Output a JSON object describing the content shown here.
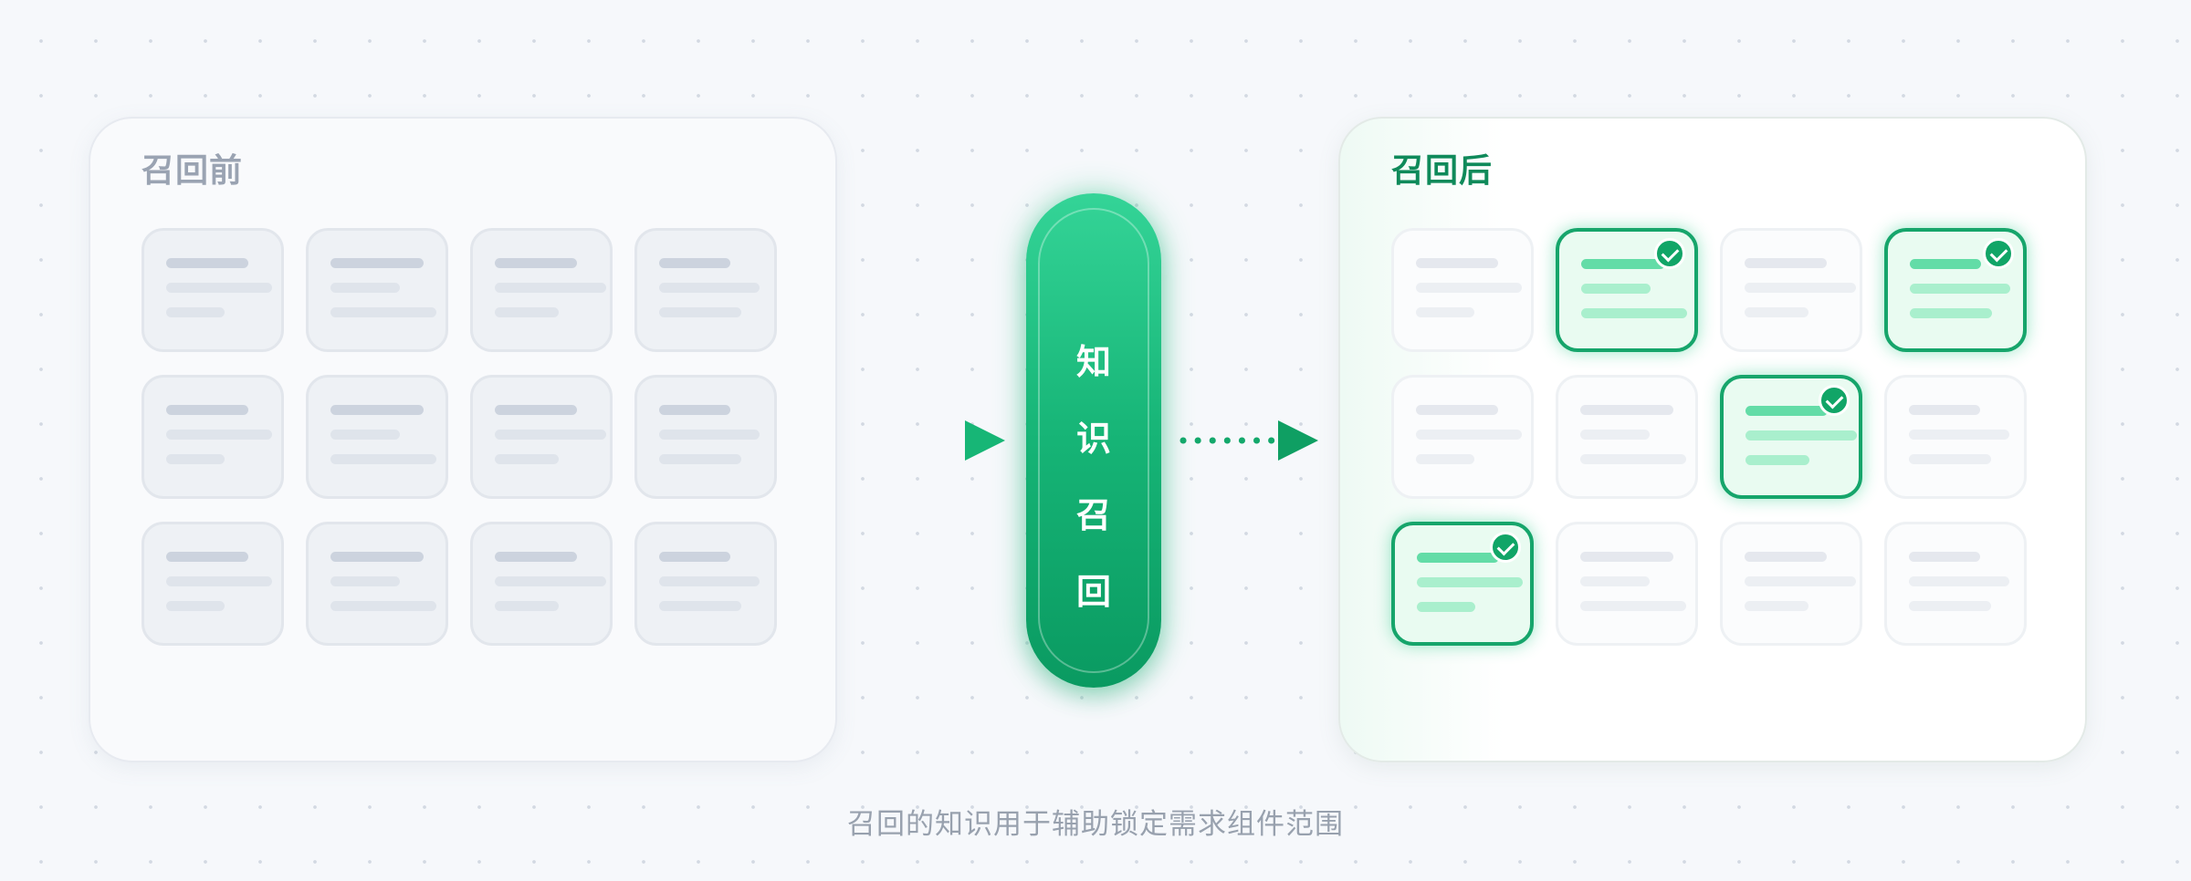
{
  "before": {
    "title": "召回前",
    "rows": 3,
    "cols": 4
  },
  "after": {
    "title": "召回后",
    "rows": 3,
    "cols": 4,
    "recalled": [
      {
        "row": 1,
        "col": 2
      },
      {
        "row": 1,
        "col": 4
      },
      {
        "row": 2,
        "col": 3
      },
      {
        "row": 3,
        "col": 1
      }
    ]
  },
  "process": {
    "chars": [
      "知",
      "识",
      "召",
      "回"
    ]
  },
  "caption": "召回的知识用于辅助锁定需求组件范围",
  "colors": {
    "accent": "#16b476",
    "accent_dark": "#0a9a61",
    "muted_text": "#9aa3b2",
    "after_title": "#0f8a5a"
  },
  "icons": {
    "recalled_marker": "check-circle-icon",
    "flow_arrow": "arrow-right-icon"
  }
}
